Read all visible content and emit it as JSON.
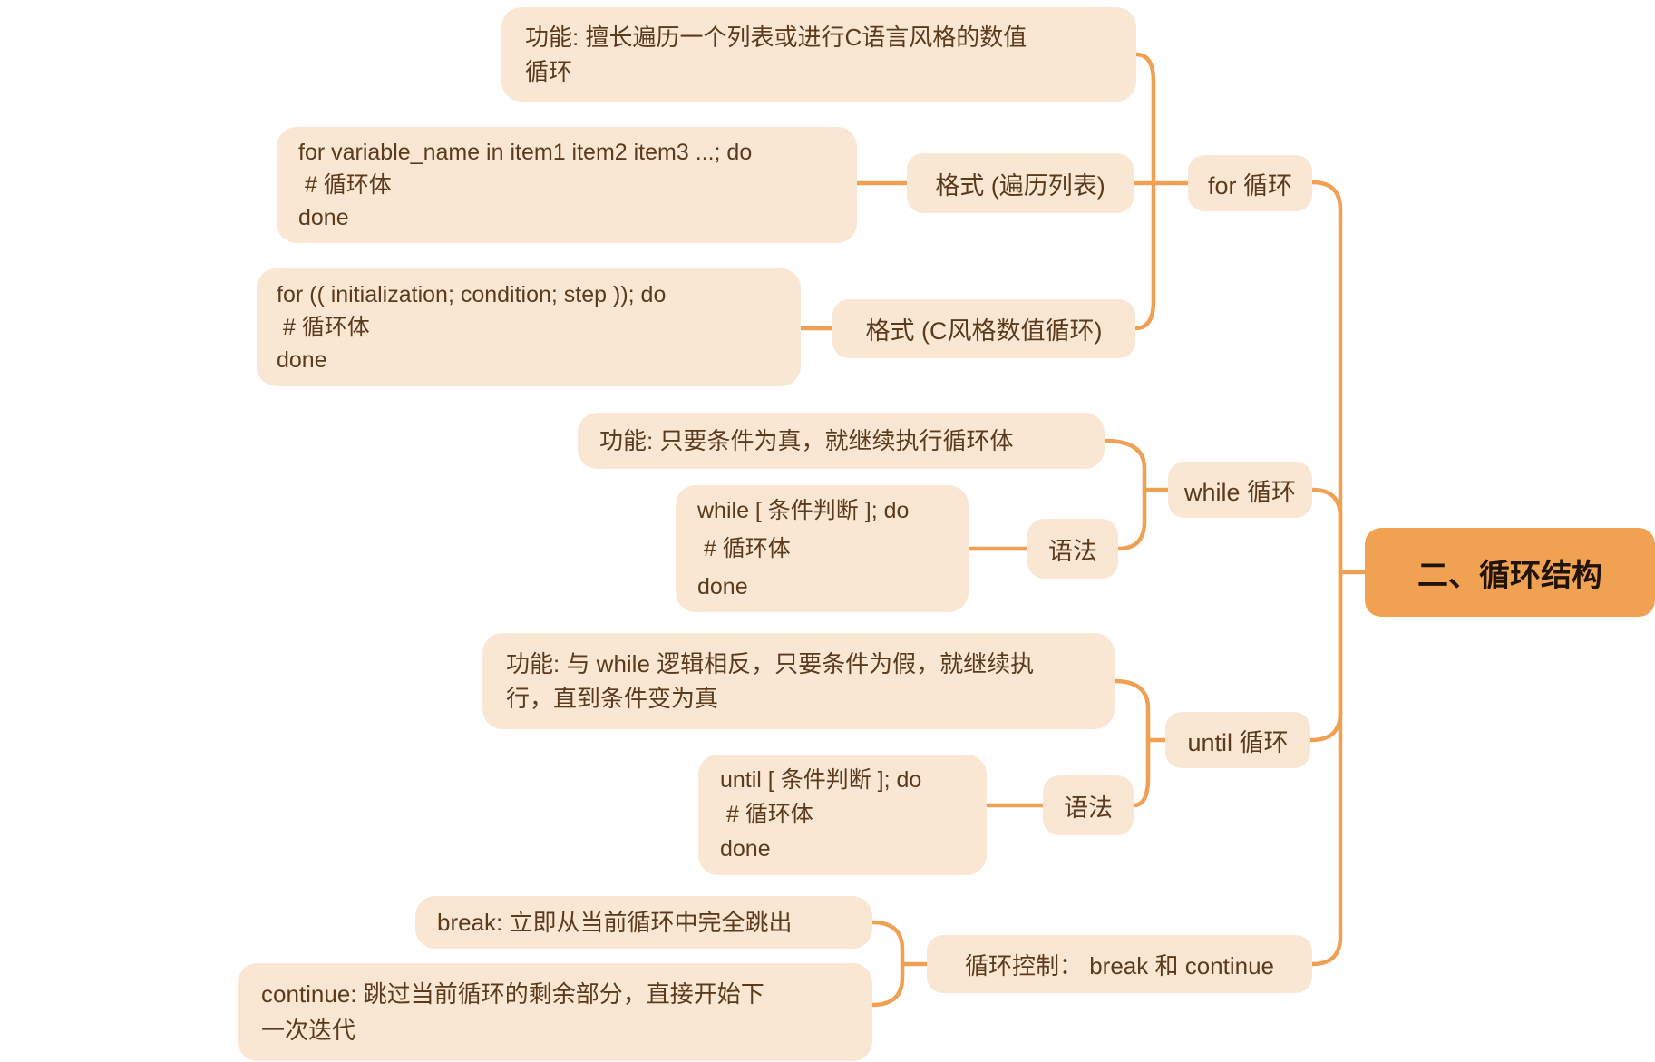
{
  "root": {
    "label": "二、循环结构"
  },
  "branches": [
    {
      "label": "for 循环",
      "feature": "功能: 擅长遍历一个列表或进行C语言风格的数值循环",
      "formats": [
        {
          "label": "格式 (遍历列表)",
          "code": [
            "for variable_name in item1 item2 item3 ...; do",
            " # 循环体",
            "done"
          ]
        },
        {
          "label": "格式 (C风格数值循环)",
          "code": [
            "for (( initialization; condition; step )); do",
            " # 循环体",
            "done"
          ]
        }
      ]
    },
    {
      "label": "while 循环",
      "feature": "功能: 只要条件为真，就继续执行循环体",
      "syntax_label": "语法",
      "code": [
        "while [ 条件判断 ]; do",
        " # 循环体",
        "done"
      ]
    },
    {
      "label": "until 循环",
      "feature": "功能: 与 while 逻辑相反，只要条件为假，就继续执行，直到条件变为真",
      "syntax_label": "语法",
      "code": [
        "until [ 条件判断 ]; do",
        " # 循环体",
        "done"
      ]
    },
    {
      "label": "循环控制： break 和 continue",
      "items": [
        "break: 立即从当前循环中完全跳出",
        "continue: 跳过当前循环的剩余部分，直接开始下一次迭代"
      ]
    }
  ],
  "colors": {
    "node_fill": "#FAE7D3",
    "root_fill": "#F0A152",
    "connector": "#EFA053",
    "text": "#5B3B1E"
  }
}
